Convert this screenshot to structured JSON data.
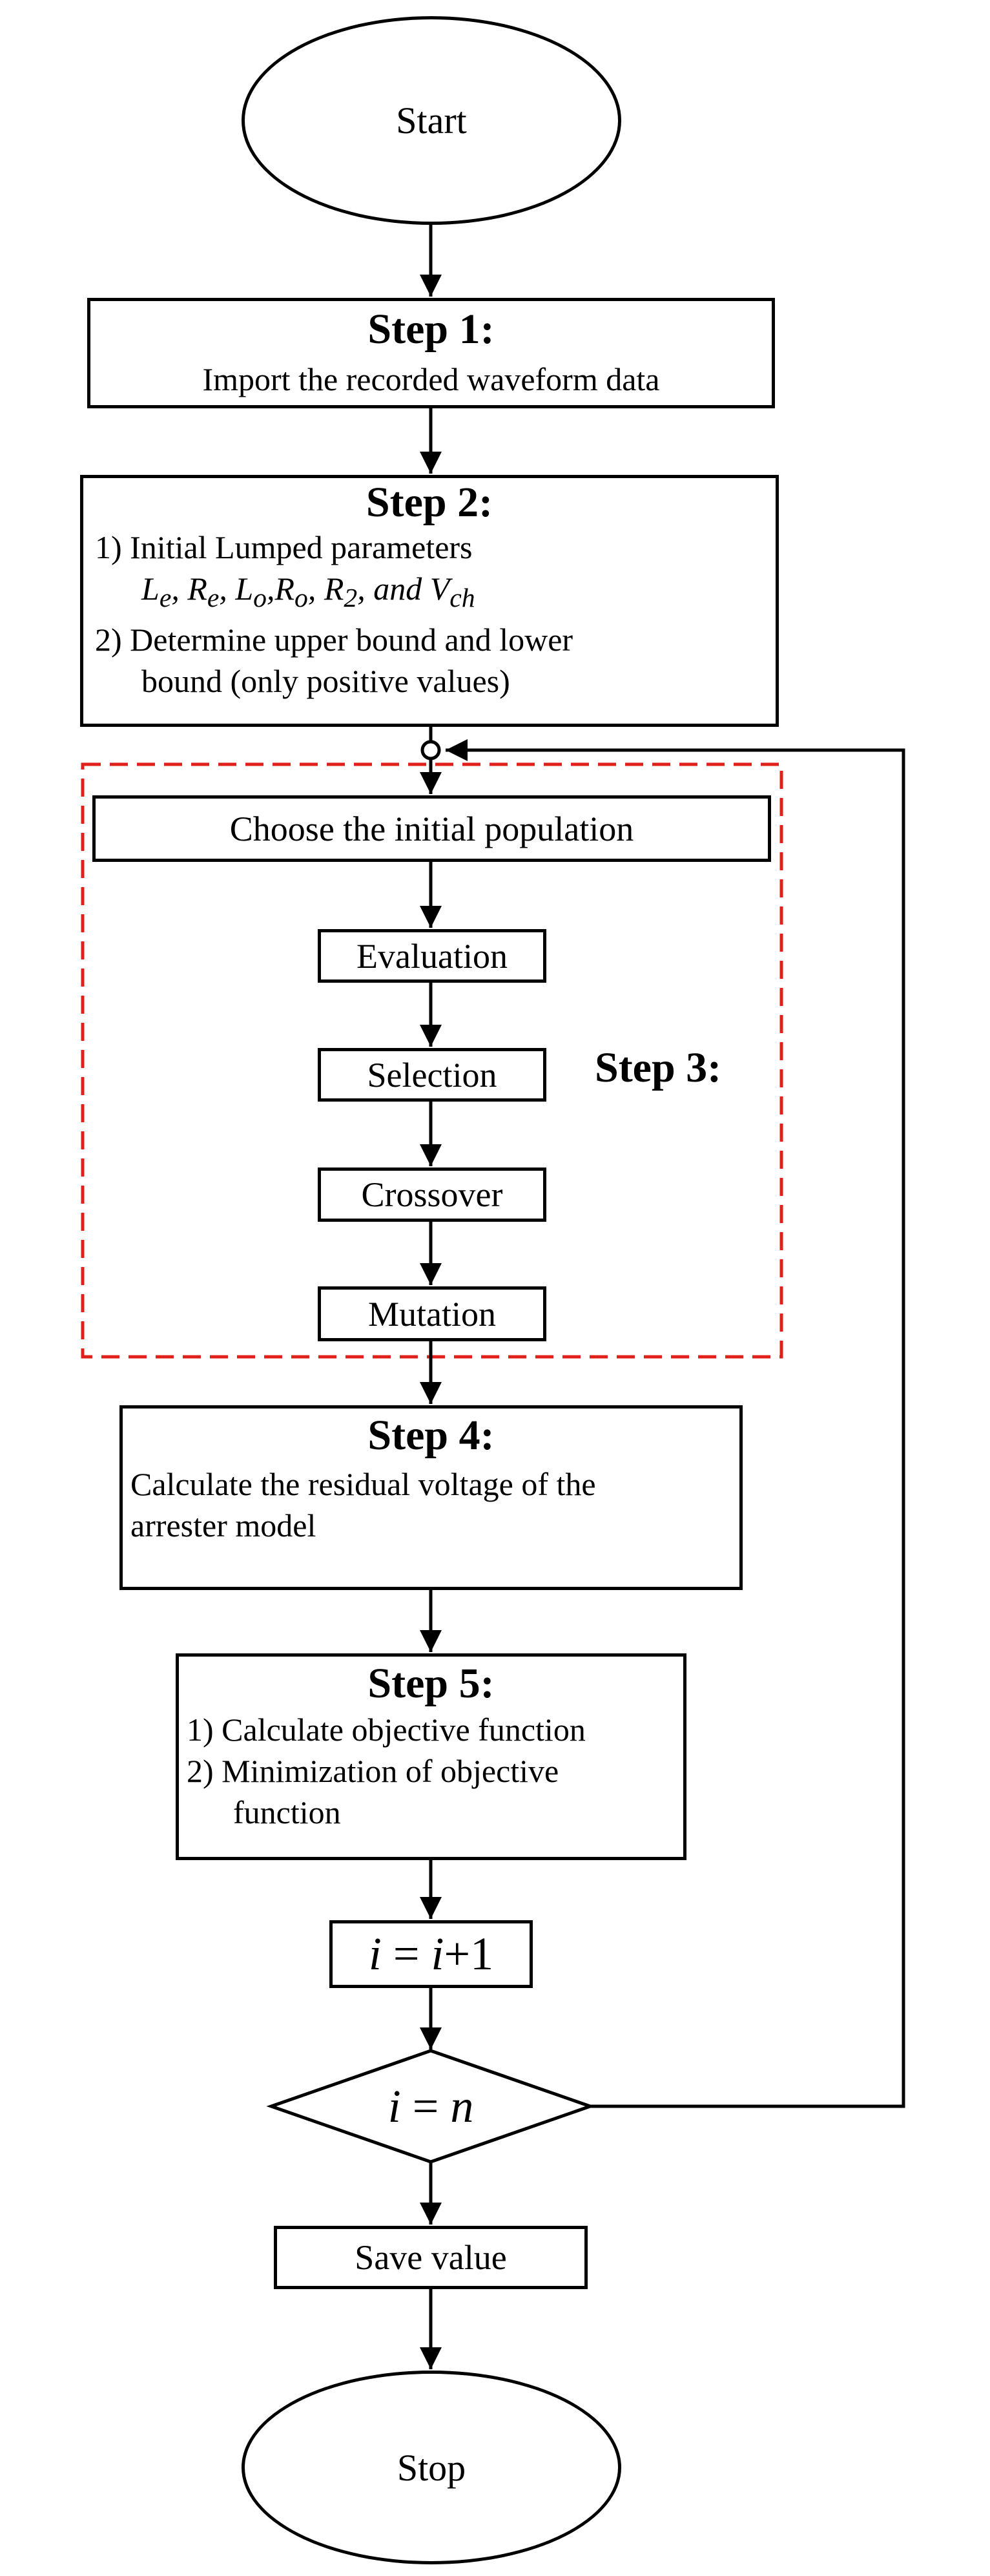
{
  "start": {
    "label": "Start"
  },
  "step1": {
    "title": "Step 1:",
    "text": "Import the recorded waveform data"
  },
  "step2": {
    "title": "Step 2:",
    "item1": "1) Initial Lumped parameters",
    "params": {
      "le": "L",
      "le_sub": "e",
      "re": "R",
      "re_sub": "e",
      "lo": "L",
      "lo_sub": "o",
      "ro": "R",
      "ro_sub": "o",
      "r2": "R",
      "r2_sub": "2",
      "and": "and",
      "vch": "V",
      "vch_sub": "ch"
    },
    "item2_line1": "2) Determine upper bound and lower",
    "item2_line2": "bound (only positive values)"
  },
  "step3": {
    "title": "Step 3:",
    "population": "Choose the initial population",
    "evaluation": "Evaluation",
    "selection": "Selection",
    "crossover": "Crossover",
    "mutation": "Mutation"
  },
  "step4": {
    "title": "Step 4:",
    "line1": "Calculate the residual voltage of the",
    "line2": "arrester model"
  },
  "step5": {
    "title": "Step 5:",
    "item1": "1) Calculate objective function",
    "item2_line1": "2) Minimization of objective",
    "item2_line2": "function"
  },
  "increment": {
    "lhs": "i",
    "op": " = ",
    "rhs": "i",
    "plus": "+1"
  },
  "decision": {
    "lhs": "i",
    "op": " = ",
    "rhs": "n"
  },
  "save": {
    "label": "Save value"
  },
  "stop": {
    "label": "Stop"
  },
  "colors": {
    "stroke": "#000000",
    "step3_border": "#e0201b",
    "background": "#ffffff"
  }
}
